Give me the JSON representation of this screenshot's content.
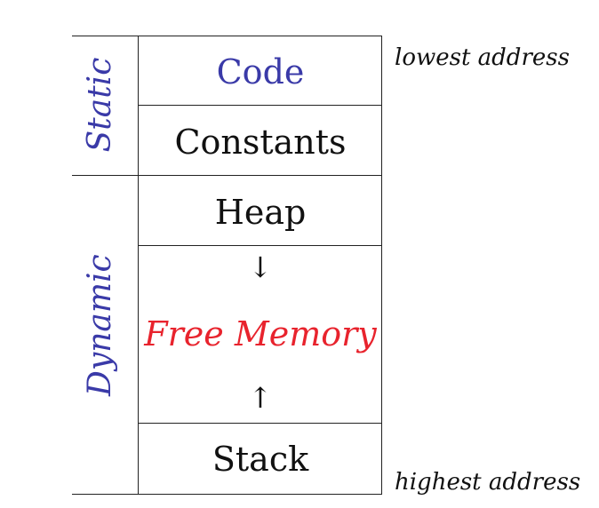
{
  "regions": {
    "static": "Static",
    "dynamic": "Dynamic"
  },
  "segments": {
    "code": "Code",
    "constants": "Constants",
    "heap": "Heap",
    "free_memory": "Free Memory",
    "stack": "Stack"
  },
  "arrows": {
    "down": "↓",
    "up": "↑"
  },
  "addresses": {
    "lowest": "lowest address",
    "highest": "highest address"
  },
  "colors": {
    "region_label": "#3a3aa8",
    "code_label": "#3a3aa8",
    "free_memory_label": "#e8232d",
    "default_text": "#111111"
  }
}
